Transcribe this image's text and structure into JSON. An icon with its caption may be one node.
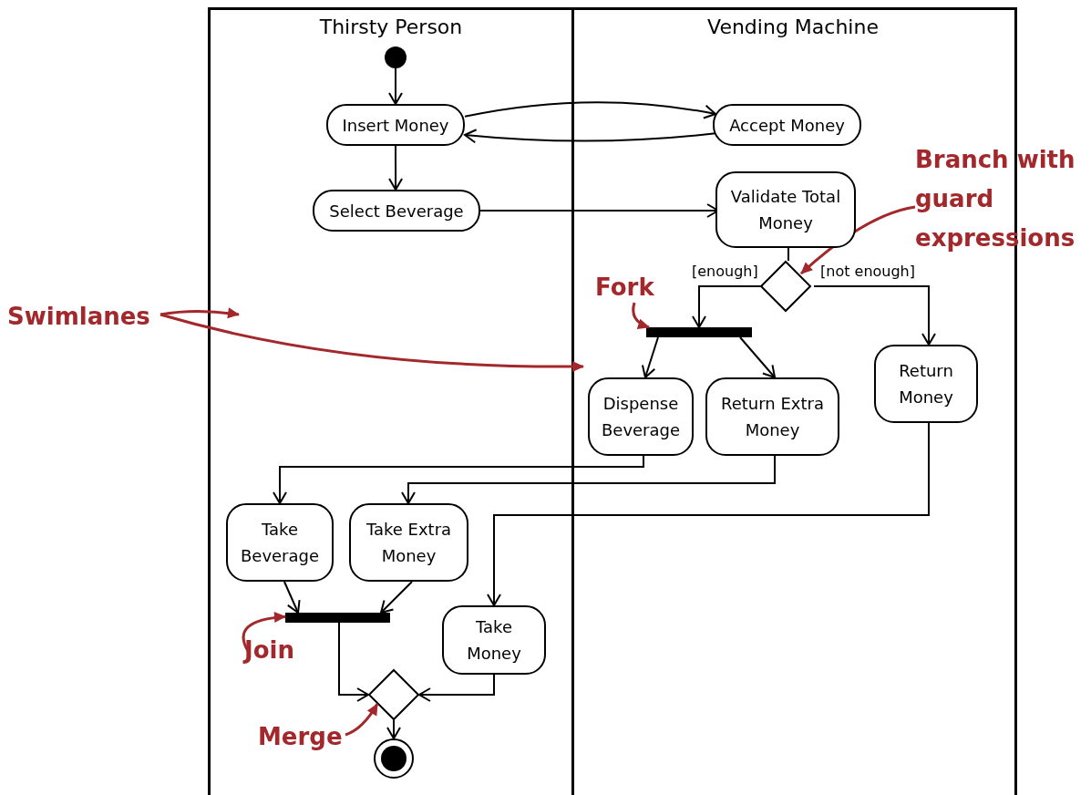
{
  "diagram": {
    "nodes": [
      {
        "text": [
          "Thirsty Person"
        ]
      },
      {
        "text": [
          "Vending Machine"
        ]
      },
      {
        "text": [],
        "shape": "circle",
        "in": 0
      },
      {
        "text": [
          "Insert Money"
        ],
        "in": 0
      },
      {
        "text": [
          "Accept Money"
        ],
        "in": 1
      },
      {
        "text": [
          "Select Beverage"
        ],
        "in": 0
      },
      {
        "text": [
          "Validate Total Money"
        ],
        "in": 1
      },
      {
        "text": [],
        "shape": "diamond",
        "in": 1
      },
      {
        "text": [],
        "shape": "bar",
        "in": 1
      },
      {
        "text": [
          "Return Money"
        ],
        "in": 1
      },
      {
        "text": [
          "Dispense Beverage"
        ],
        "in": 1
      },
      {
        "text": [
          "Return Extra Money"
        ],
        "in": 1
      },
      {
        "text": [
          "Take Beverage"
        ],
        "in": 0
      },
      {
        "text": [
          "Take Extra Money"
        ],
        "in": 0
      },
      {
        "text": [
          "Take Money"
        ],
        "in": 0
      },
      {
        "text": [],
        "shape": "bar",
        "in": 0
      },
      {
        "text": [],
        "shape": "diamond",
        "in": 0
      },
      {
        "text": [],
        "shape": "bullseye",
        "in": 0
      },
      {
        "text": [
          "Swimlanes"
        ]
      },
      {
        "text": [
          "Fork"
        ],
        "in": 1
      },
      {
        "text": [
          "Branch with guard expressions"
        ]
      },
      {
        "text": [
          "Join"
        ],
        "in": 0
      },
      {
        "text": [
          "Merge"
        ],
        "in": 0
      }
    ],
    "edges": [
      {
        "from": 2,
        "to": 3,
        "arrow": "to"
      },
      {
        "from": 3,
        "to": 4,
        "arrow": "to"
      },
      {
        "from": 4,
        "to": 3,
        "arrow": "to"
      },
      {
        "from": 3,
        "to": 5,
        "arrow": "to"
      },
      {
        "from": 5,
        "to": 6,
        "arrow": "to"
      },
      {
        "from": 6,
        "to": 7,
        "arrow": "none"
      },
      {
        "from": 7,
        "to": 8,
        "arrow": "to",
        "label": "[enough]"
      },
      {
        "from": 7,
        "to": 9,
        "arrow": "to",
        "label": "[not enough]"
      },
      {
        "from": 8,
        "to": 10,
        "arrow": "to"
      },
      {
        "from": 8,
        "to": 11,
        "arrow": "to"
      },
      {
        "from": 10,
        "to": 12,
        "arrow": "to"
      },
      {
        "from": 11,
        "to": 13,
        "arrow": "to"
      },
      {
        "from": 9,
        "to": 14,
        "arrow": "to"
      },
      {
        "from": 12,
        "to": 15,
        "arrow": "to"
      },
      {
        "from": 13,
        "to": 15,
        "arrow": "to"
      },
      {
        "from": 15,
        "to": 16,
        "arrow": "to"
      },
      {
        "from": 14,
        "to": 16,
        "arrow": "to"
      },
      {
        "from": 16,
        "to": 17,
        "arrow": "to"
      },
      {
        "from": 18,
        "to": 0,
        "arrow": "to",
        "color": "#a3282c"
      },
      {
        "from": 18,
        "to": 1,
        "arrow": "to",
        "color": "#a3282c"
      },
      {
        "from": 19,
        "to": 8,
        "arrow": "to",
        "color": "#a3282c"
      },
      {
        "from": 20,
        "to": 7,
        "arrow": "to",
        "color": "#a3282c"
      },
      {
        "from": 21,
        "to": 15,
        "arrow": "to",
        "color": "#a3282c"
      },
      {
        "from": 22,
        "to": 16,
        "arrow": "to",
        "color": "#a3282c"
      }
    ]
  }
}
